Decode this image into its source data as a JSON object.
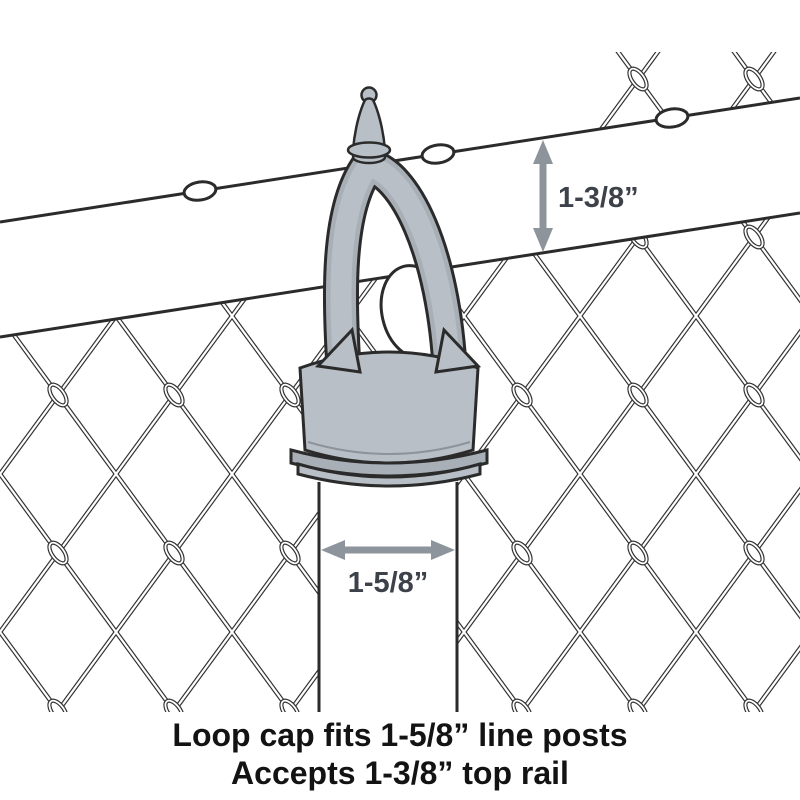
{
  "diagram": {
    "rail_dimension_label": "1-3/8”",
    "post_dimension_label": "1-5/8”",
    "caption_line1": "Loop cap fits 1-5/8” line posts",
    "caption_line2": "Accepts 1-3/8” top rail"
  },
  "colors": {
    "background": "#ffffff",
    "outline": "#2b2b2b",
    "cap_gray": "#b9bfc6",
    "cap_gray_dark": "#a9afb6",
    "cap_gray_light": "#c4c9cf",
    "arrow_gray": "#8e949b",
    "dimension_text": "#3d424a",
    "caption_text": "#131313"
  }
}
